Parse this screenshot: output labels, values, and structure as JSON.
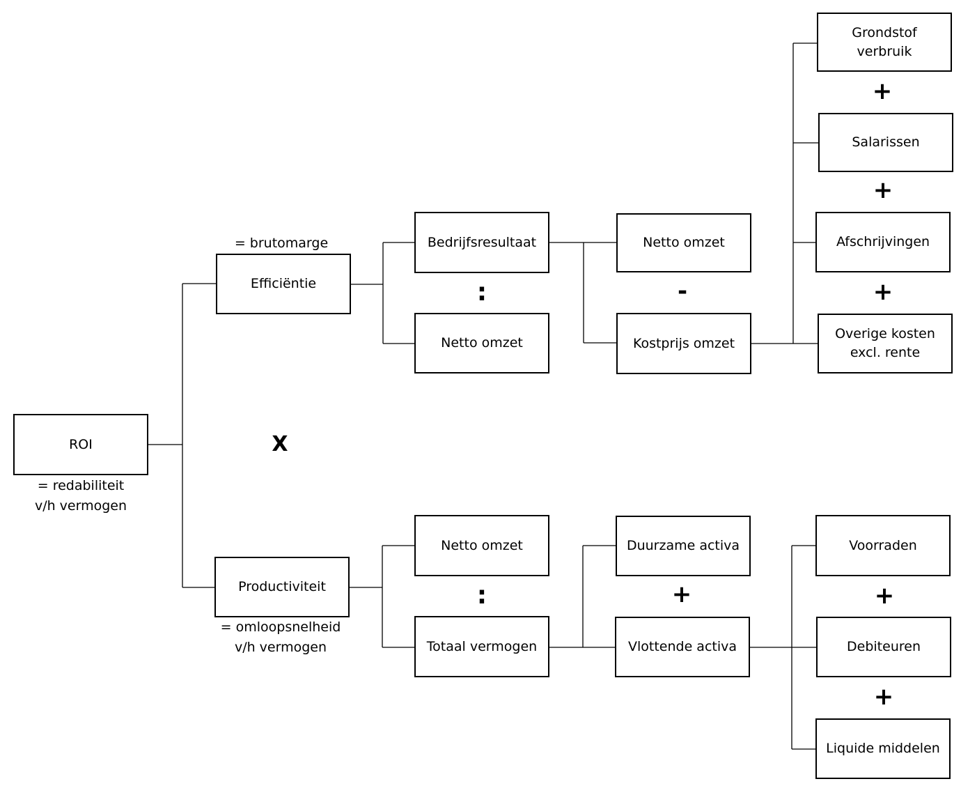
{
  "nodes": {
    "roi": "ROI",
    "efficientie": "Efficiëntie",
    "productiviteit": "Productiviteit",
    "bedrijfsresultaat": "Bedrijfsresultaat",
    "netto_omzet_1": "Netto omzet",
    "netto_omzet_2": "Netto omzet",
    "kostprijs_omzet": "Kostprijs omzet",
    "grondstof_verbruik": "Grondstof\nverbruik",
    "salarissen": "Salarissen",
    "afschrijvingen": "Afschrijvingen",
    "overige_kosten": "Overige kosten\nexcl. rente",
    "netto_omzet_3": "Netto omzet",
    "totaal_vermogen": "Totaal vermogen",
    "duurzame_activa": "Duurzame activa",
    "vlottende_activa": "Vlottende activa",
    "voorraden": "Voorraden",
    "debiteuren": "Debiteuren",
    "liquide_middelen": "Liquide middelen"
  },
  "notes": {
    "roi": "= redabiliteit\nv/h vermogen",
    "efficientie": "= brutomarge",
    "productiviteit": "= omloopsnelheid\nv/h vermogen"
  },
  "operators": {
    "times": "X",
    "divide": ":",
    "minus": "-",
    "plus": "+"
  }
}
